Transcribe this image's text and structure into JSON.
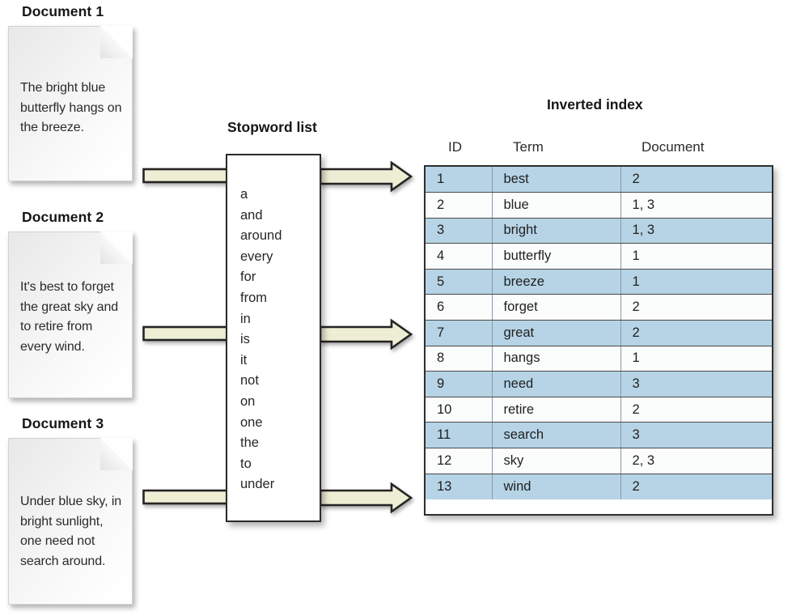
{
  "documents": [
    {
      "title": "Document 1",
      "text": "The bright blue butterfly hangs on the breeze."
    },
    {
      "title": "Document 2",
      "text": "It's best to forget the great sky and to retire from every wind."
    },
    {
      "title": "Document 3",
      "text": "Under blue sky, in bright sunlight, one need not search around."
    }
  ],
  "stopword_list": {
    "title": "Stopword list",
    "words": [
      "a",
      "and",
      "around",
      "every",
      "for",
      "from",
      "in",
      "is",
      "it",
      "not",
      "on",
      "one",
      "the",
      "to",
      "under"
    ]
  },
  "inverted_index": {
    "title": "Inverted index",
    "columns": [
      "ID",
      "Term",
      "Document"
    ],
    "rows": [
      {
        "id": "1",
        "term": "best",
        "document": "2"
      },
      {
        "id": "2",
        "term": "blue",
        "document": "1, 3"
      },
      {
        "id": "3",
        "term": "bright",
        "document": "1, 3"
      },
      {
        "id": "4",
        "term": "butterfly",
        "document": "1"
      },
      {
        "id": "5",
        "term": "breeze",
        "document": "1"
      },
      {
        "id": "6",
        "term": "forget",
        "document": "2"
      },
      {
        "id": "7",
        "term": "great",
        "document": "2"
      },
      {
        "id": "8",
        "term": "hangs",
        "document": "1"
      },
      {
        "id": "9",
        "term": "need",
        "document": "3"
      },
      {
        "id": "10",
        "term": "retire",
        "document": "2"
      },
      {
        "id": "11",
        "term": "search",
        "document": "3"
      },
      {
        "id": "12",
        "term": "sky",
        "document": "2, 3"
      },
      {
        "id": "13",
        "term": "wind",
        "document": "2"
      }
    ]
  },
  "arrows": [
    {
      "name": "arrow-doc1-to-stopwords",
      "kind": "arrow-right-icon"
    },
    {
      "name": "arrow-stopwords-to-index-1",
      "kind": "arrow-right-icon"
    },
    {
      "name": "arrow-doc2-to-stopwords",
      "kind": "arrow-right-icon"
    },
    {
      "name": "arrow-stopwords-to-index-2",
      "kind": "arrow-right-icon"
    },
    {
      "name": "arrow-doc3-to-stopwords",
      "kind": "arrow-right-icon"
    },
    {
      "name": "arrow-stopwords-to-index-3",
      "kind": "arrow-right-icon"
    }
  ],
  "colors": {
    "row_highlight": "#b6d4e6",
    "row_plain": "#fbfcfc",
    "arrow_fill": "#edeed3",
    "arrow_stroke": "#242424",
    "page_background": "#ffffff",
    "text": "#1b1b1b"
  }
}
